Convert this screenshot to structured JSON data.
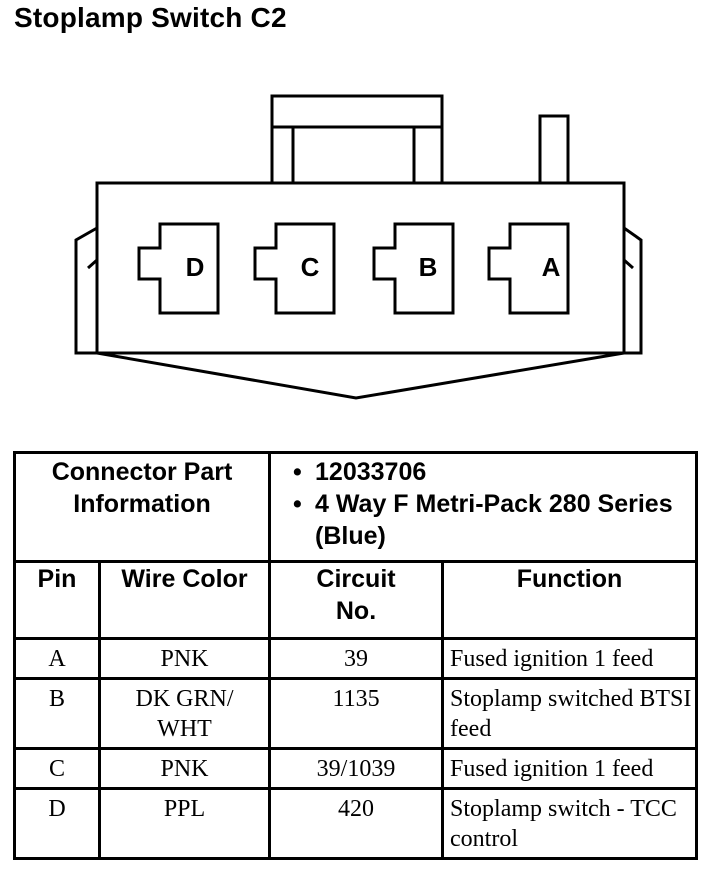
{
  "title": "Stoplamp Switch C2",
  "connector": {
    "pins": [
      "D",
      "C",
      "B",
      "A"
    ]
  },
  "part_info": {
    "label": "Connector Part Information",
    "items": [
      "12033706",
      "4 Way F Metri-Pack 280 Series (Blue)"
    ]
  },
  "headers": {
    "pin": "Pin",
    "wire_color": "Wire Color",
    "circuit": "Circuit No.",
    "function": "Function"
  },
  "rows": [
    {
      "pin": "A",
      "wire": "PNK",
      "circuit": "39",
      "function": "Fused ignition 1 feed"
    },
    {
      "pin": "B",
      "wire": "DK GRN/ WHT",
      "circuit": "1135",
      "function": "Stoplamp switched BTSI feed"
    },
    {
      "pin": "C",
      "wire": "PNK",
      "circuit": "39/1039",
      "function": "Fused ignition 1 feed"
    },
    {
      "pin": "D",
      "wire": "PPL",
      "circuit": "420",
      "function": "Stoplamp switch - TCC control"
    }
  ]
}
